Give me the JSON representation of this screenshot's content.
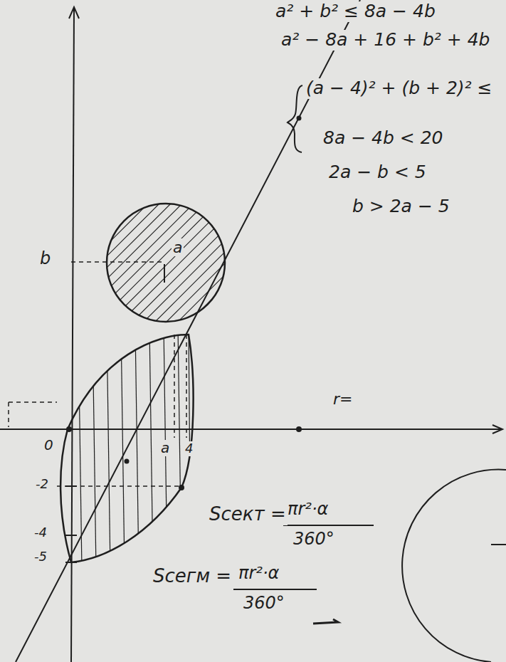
{
  "diagram": {
    "nodes": [
      {
        "text": [
          "a"
        ]
      }
    ],
    "labels": [
      "a² + b² ≤ 8a − 4b",
      "a² − 8a + 16 + b² + 4b",
      "(a − 4)² + (b + 2)² ≤",
      "8a − 4b < 20",
      "2a − b < 5",
      "b > 2a − 5",
      "b",
      "0",
      "-2",
      "-4",
      "-5",
      "a",
      "4",
      "r=",
      "Sсект =",
      "πr²·α",
      "360°",
      "Sсегм =",
      "πr²·α",
      "360°"
    ]
  }
}
